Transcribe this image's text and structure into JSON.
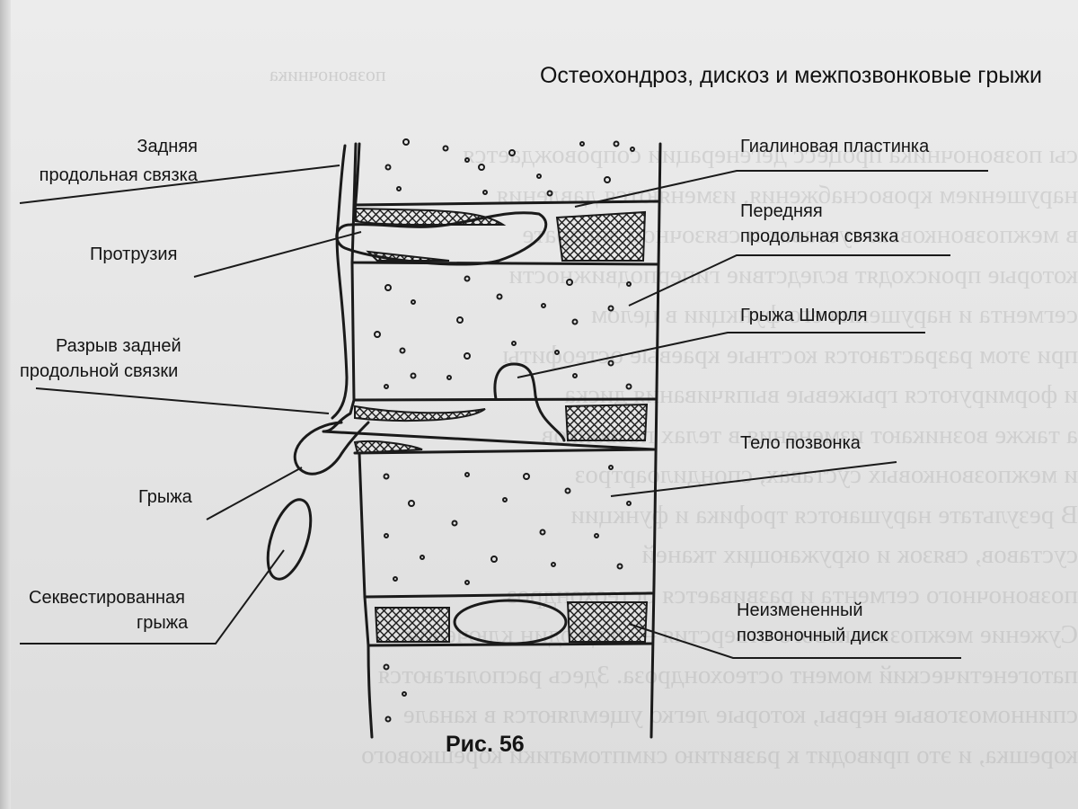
{
  "header": {
    "running_title": "Остеохондроз, дискоз и межпозвонковые грыжи"
  },
  "figure": {
    "caption": "Рис. 56",
    "labels": {
      "posterior_ligament": [
        "Задняя",
        "продольная связка"
      ],
      "protrusion": "Протрузия",
      "ligament_rupture": [
        "Разрыв задней",
        "продольной связки"
      ],
      "hernia": "Грыжа",
      "sequestered_hernia": [
        "Секвестированная",
        "грыжа"
      ],
      "hyaline_plate": "Гиалиновая пластинка",
      "anterior_ligament": [
        "Передняя",
        "продольная связка"
      ],
      "schmorl_hernia": "Грыжа Шморля",
      "vertebral_body": "Тело позвонка",
      "unchanged_disc": [
        "Неизмененный",
        "позвоночный диск"
      ]
    }
  }
}
